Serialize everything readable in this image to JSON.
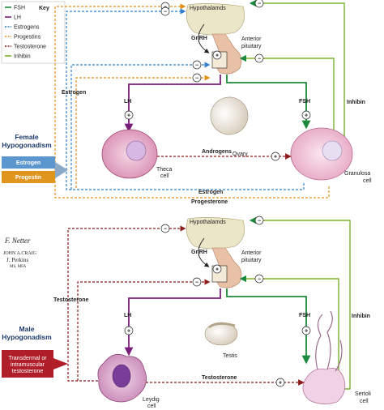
{
  "key": {
    "title": "Key",
    "items": [
      {
        "label": "FSH",
        "color": "#1b8a3c"
      },
      {
        "label": "LH",
        "color": "#7a1e7a"
      },
      {
        "label": "Estrogens",
        "color": "#2f7fd0"
      },
      {
        "label": "Progestins",
        "color": "#e38f1a"
      },
      {
        "label": "Testosterone",
        "color": "#8f1a1a"
      },
      {
        "label": "Inhibin",
        "color": "#7ab32e"
      }
    ]
  },
  "female": {
    "title_line1": "Female",
    "title_line2": "Hypogonadism",
    "treatment_estrogen": "Estrogen",
    "treatment_progestin": "Progestin",
    "hypothalamus": "Hypothalamds",
    "gnrh": "GnRH",
    "pituitary_line1": "Anterior",
    "pituitary_line2": "pituitary",
    "lh": "LH",
    "fsh": "FSH",
    "estrogen_side": "Estrogen",
    "inhibin": "Inhibin",
    "ovary": "Ovary",
    "theca_line1": "Theca",
    "theca_line2": "cell",
    "granulosa_line1": "Granulosa",
    "granulosa_line2": "cell",
    "androgens": "Androgens",
    "estrogen_bottom": "Estrogen",
    "progesterone": "Progesterone"
  },
  "male": {
    "title_line1": "Male",
    "title_line2": "Hypogonadism",
    "treatment_line1": "Transdermal or",
    "treatment_line2": "intramuscular",
    "treatment_line3": "testosterone",
    "hypothalamus": "Hypothalamds",
    "gnrh": "GnRH",
    "pituitary_line1": "Anterior",
    "pituitary_line2": "pituitary",
    "lh": "LH",
    "fsh": "FSH",
    "testosterone_side": "Testosterone",
    "inhibin": "Inhibin",
    "testis": "Testis",
    "leydig_line1": "Leydig",
    "leydig_line2": "cell",
    "sertoli_line1": "Sertoli",
    "sertoli_line2": "cell",
    "testosterone_bottom": "Testosterone"
  },
  "credits": {
    "sig1": "F. Netter",
    "sig2": "JOHN A.CRAIG",
    "author": "J. Perkins",
    "degree": "MS, MFA"
  },
  "signs": {
    "minus": "−",
    "plus": "+"
  }
}
